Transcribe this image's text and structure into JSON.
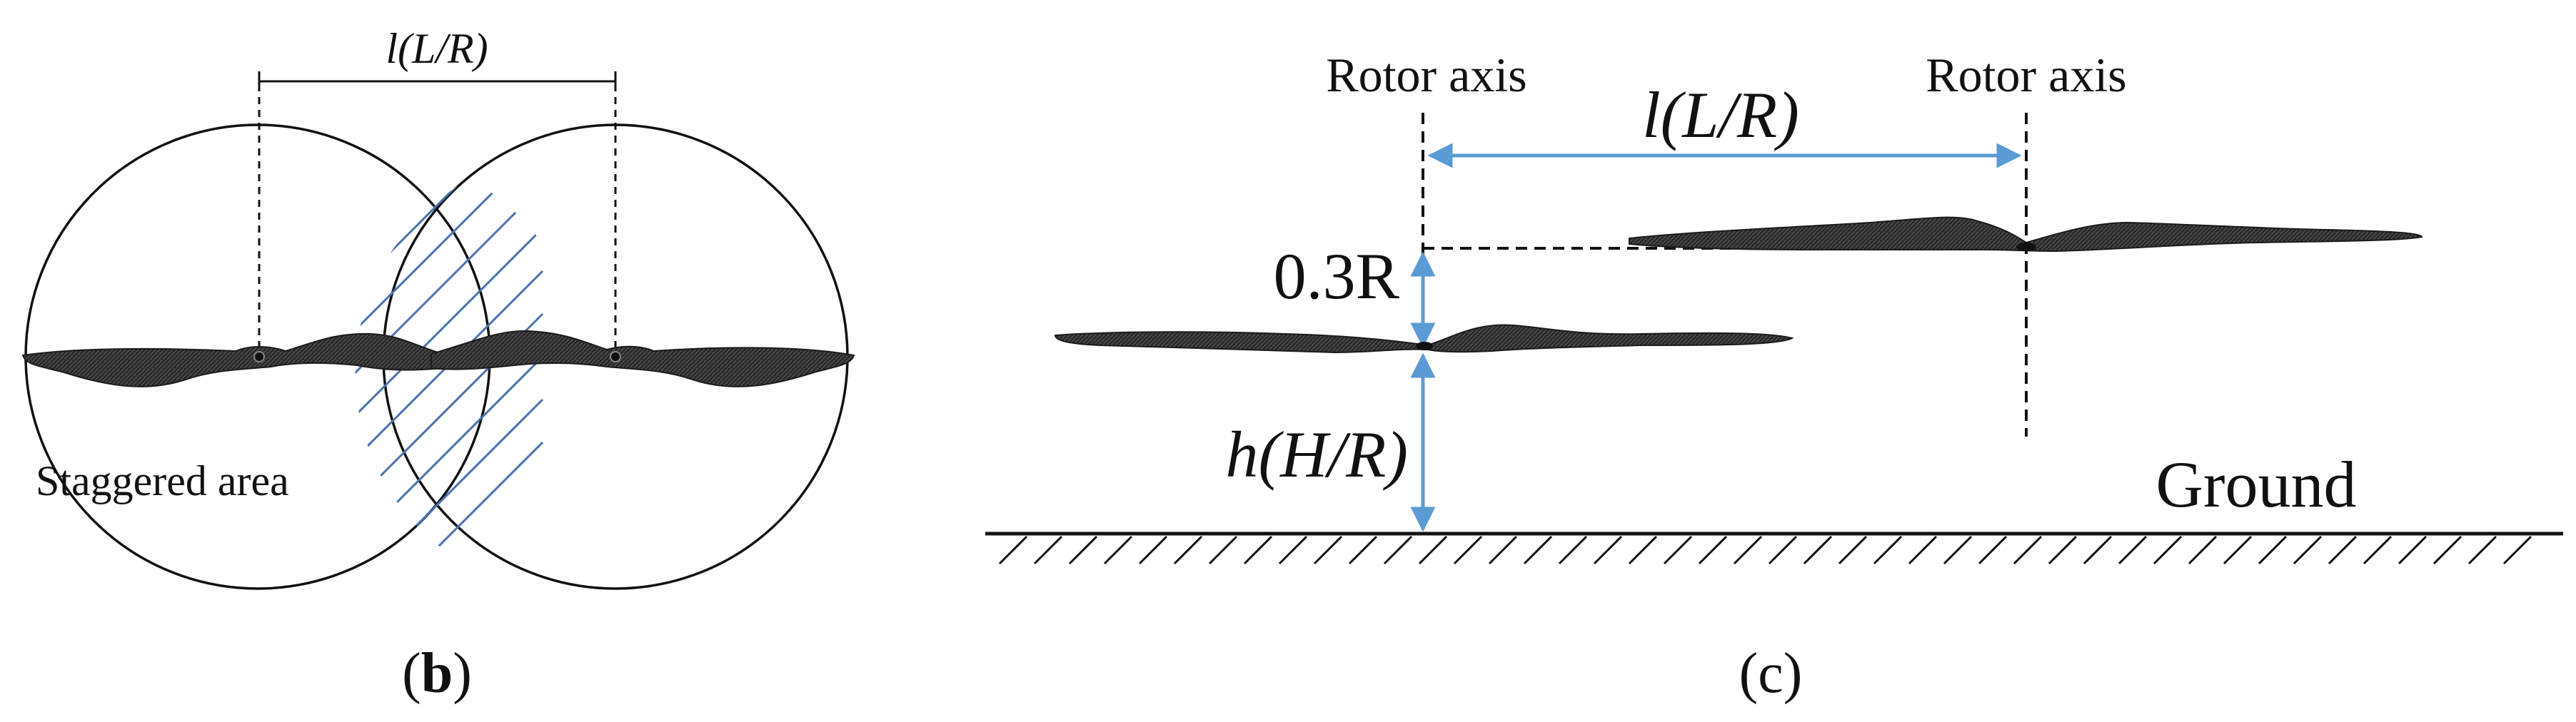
{
  "panels": {
    "b": {
      "caption_open": "(",
      "caption_letter": "b",
      "caption_close": ")",
      "distance_label": "l(L/R)",
      "staggered_label": "Staggered area"
    },
    "c": {
      "caption": "(c)",
      "rotor_axis_left": "Rotor axis",
      "rotor_axis_right": "Rotor axis",
      "distance_label": "l(L/R)",
      "offset_label": "0.3R",
      "height_label": "h(H/R)",
      "ground_label": "Ground"
    }
  },
  "colors": {
    "dimension_arrow": "#5b9bd5",
    "hatch": "#4a72b0",
    "line": "#111111"
  }
}
